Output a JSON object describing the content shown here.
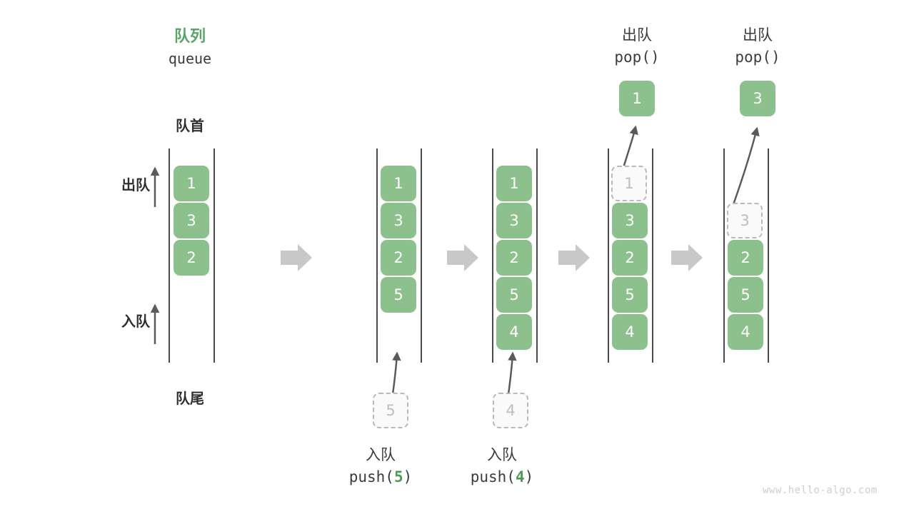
{
  "header": {
    "queue_title_cn": "队列",
    "queue_title_en": "queue",
    "front_label": "队首",
    "rear_label": "队尾",
    "dequeue_arrow_label": "出队",
    "enqueue_arrow_label": "入队"
  },
  "watermark": "www.hello-algo.com",
  "colors": {
    "accent_green": "#8cc08c",
    "title_green": "#5aa469",
    "code_arg_green": "#4e9a57",
    "rail": "#4a4a4a",
    "ghost_border": "#b9b9b9",
    "ghost_text": "#bdbdbd",
    "sep_arrow": "#c8c8c8",
    "text": "#3c3c3c"
  },
  "columns": [
    {
      "id": "initial",
      "cells": [
        {
          "value": "1",
          "state": "filled"
        },
        {
          "value": "3",
          "state": "filled"
        },
        {
          "value": "2",
          "state": "filled"
        }
      ]
    },
    {
      "id": "after-push-5",
      "cells": [
        {
          "value": "1",
          "state": "filled"
        },
        {
          "value": "3",
          "state": "filled"
        },
        {
          "value": "2",
          "state": "filled"
        },
        {
          "value": "5",
          "state": "filled"
        }
      ],
      "incoming": {
        "value": "5",
        "state": "ghost"
      },
      "op_cn": "入队",
      "op_name": "push(",
      "op_arg": "5",
      "op_close": ")"
    },
    {
      "id": "after-push-4",
      "cells": [
        {
          "value": "1",
          "state": "filled"
        },
        {
          "value": "3",
          "state": "filled"
        },
        {
          "value": "2",
          "state": "filled"
        },
        {
          "value": "5",
          "state": "filled"
        },
        {
          "value": "4",
          "state": "filled"
        }
      ],
      "incoming": {
        "value": "4",
        "state": "ghost"
      },
      "op_cn": "入队",
      "op_name": "push(",
      "op_arg": "4",
      "op_close": ")"
    },
    {
      "id": "after-pop-1",
      "cells": [
        {
          "value": "1",
          "state": "ghost"
        },
        {
          "value": "3",
          "state": "filled"
        },
        {
          "value": "2",
          "state": "filled"
        },
        {
          "value": "5",
          "state": "filled"
        },
        {
          "value": "4",
          "state": "filled"
        }
      ],
      "outgoing": {
        "value": "1",
        "state": "filled"
      },
      "op_cn": "出队",
      "op_code": "pop()"
    },
    {
      "id": "after-pop-3",
      "cells": [
        {
          "value": "3",
          "state": "ghost"
        },
        {
          "value": "2",
          "state": "filled"
        },
        {
          "value": "5",
          "state": "filled"
        },
        {
          "value": "4",
          "state": "filled"
        }
      ],
      "outgoing": {
        "value": "3",
        "state": "filled"
      },
      "op_cn": "出队",
      "op_code": "pop()"
    }
  ],
  "separators": [
    "arrow-right",
    "arrow-right",
    "arrow-right",
    "arrow-right"
  ]
}
